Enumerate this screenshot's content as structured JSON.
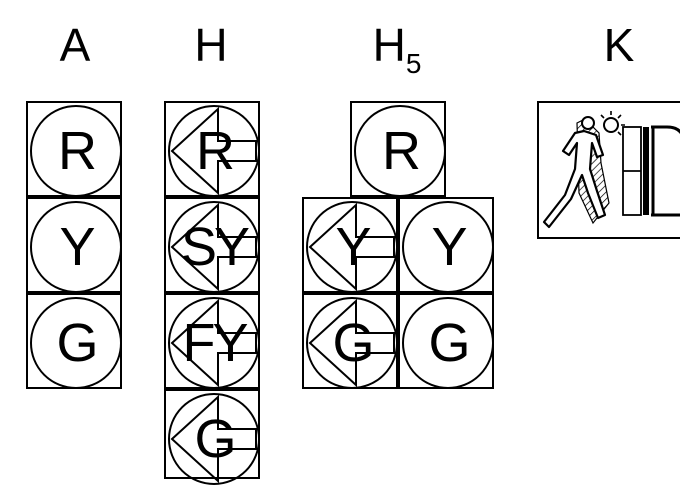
{
  "headers": {
    "a": "A",
    "h": "H",
    "h5": "H",
    "h5_sub": "5",
    "k": "K"
  },
  "signals": {
    "a": [
      "R",
      "Y",
      "G"
    ],
    "h": [
      "R",
      "SY",
      "FY",
      "G"
    ],
    "h5": [
      "R",
      "Y",
      "Y",
      "G",
      "G"
    ]
  },
  "icons": {
    "arrow": "left-arrow-icon",
    "pedestrian": "pedestrian-icon"
  },
  "colors": {
    "stroke": "#000000",
    "background": "#ffffff"
  }
}
